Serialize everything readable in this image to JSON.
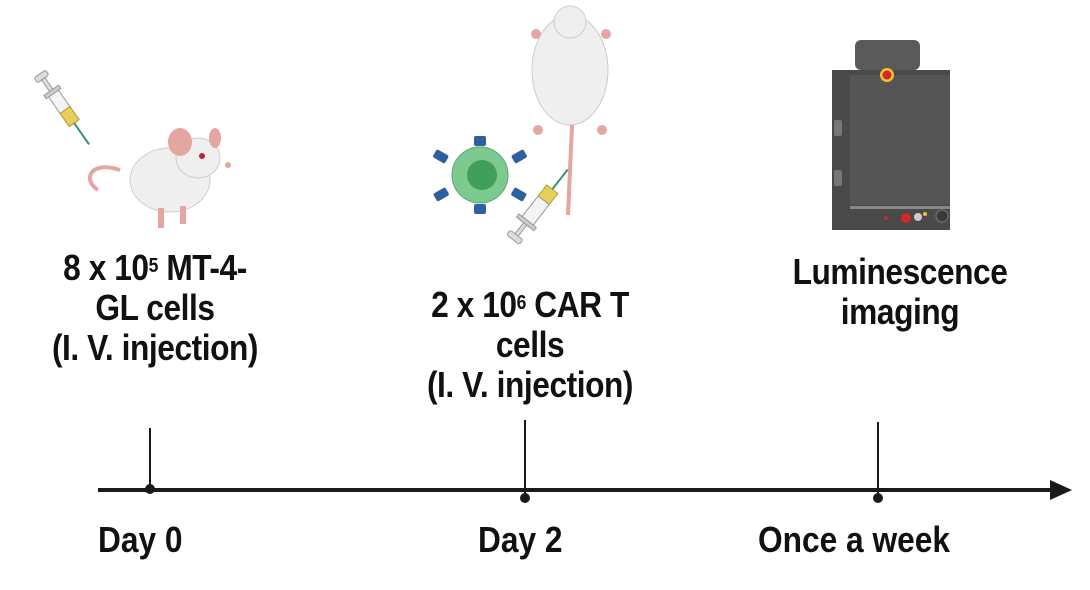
{
  "timeline": {
    "events": [
      {
        "label_prefix": "8 x 10",
        "label_sup": "5",
        "label_line1_suffix": " MT-4-",
        "label_line2": "GL cells",
        "label_line3": "(I. V. injection)",
        "time": "Day 0",
        "illustration": "mouse-injection-tail"
      },
      {
        "label_prefix": "2 x 10",
        "label_sup": "6",
        "label_line1_suffix": " CAR T",
        "label_line2": "cells",
        "label_line3": "(I. V. injection)",
        "time": "Day 2",
        "illustration": "car-t-cell-mouse-injection"
      },
      {
        "label_line1": "Luminescence",
        "label_line2": "imaging",
        "time": "Once a week",
        "illustration": "imaging-system"
      }
    ]
  },
  "colors": {
    "axis": "#1a1a1a",
    "mouse_body": "#efefef",
    "mouse_pink": "#e3a6a0",
    "cell_outer": "#7dc98f",
    "cell_nucleus": "#3f9f5b",
    "receptor": "#2e5f9e",
    "syringe_fluid": "#e6cf5a",
    "imager": "#4a4a4a"
  }
}
